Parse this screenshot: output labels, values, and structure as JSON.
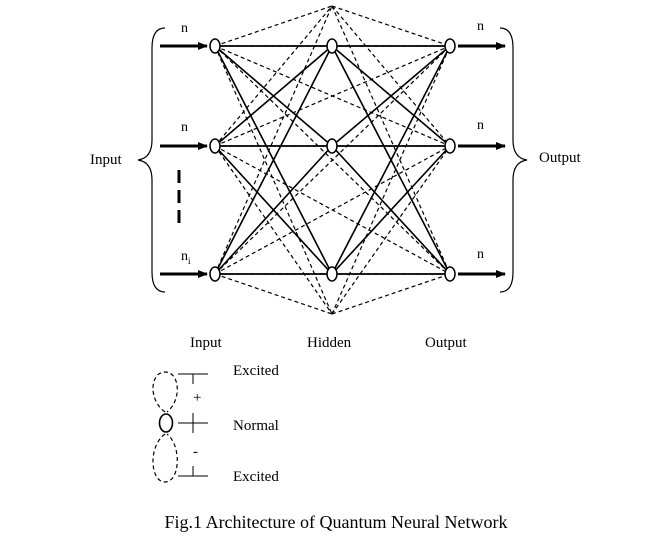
{
  "labels": {
    "input_brace": "Input",
    "output_brace": "Output",
    "col_input": "Input",
    "col_hidden": "Hidden",
    "col_output": "Output",
    "in_top": "n",
    "in_mid": "n",
    "in_bot": "n",
    "in_bot_sub": "i",
    "out_top": "n",
    "out_mid": "n",
    "out_bot": "n"
  },
  "legend": {
    "excited_top": "Excited",
    "plus": "+",
    "normal": "Normal",
    "minus": "-",
    "excited_bottom": "Excited"
  },
  "caption": "Fig.1 Architecture of Quantum Neural Network"
}
